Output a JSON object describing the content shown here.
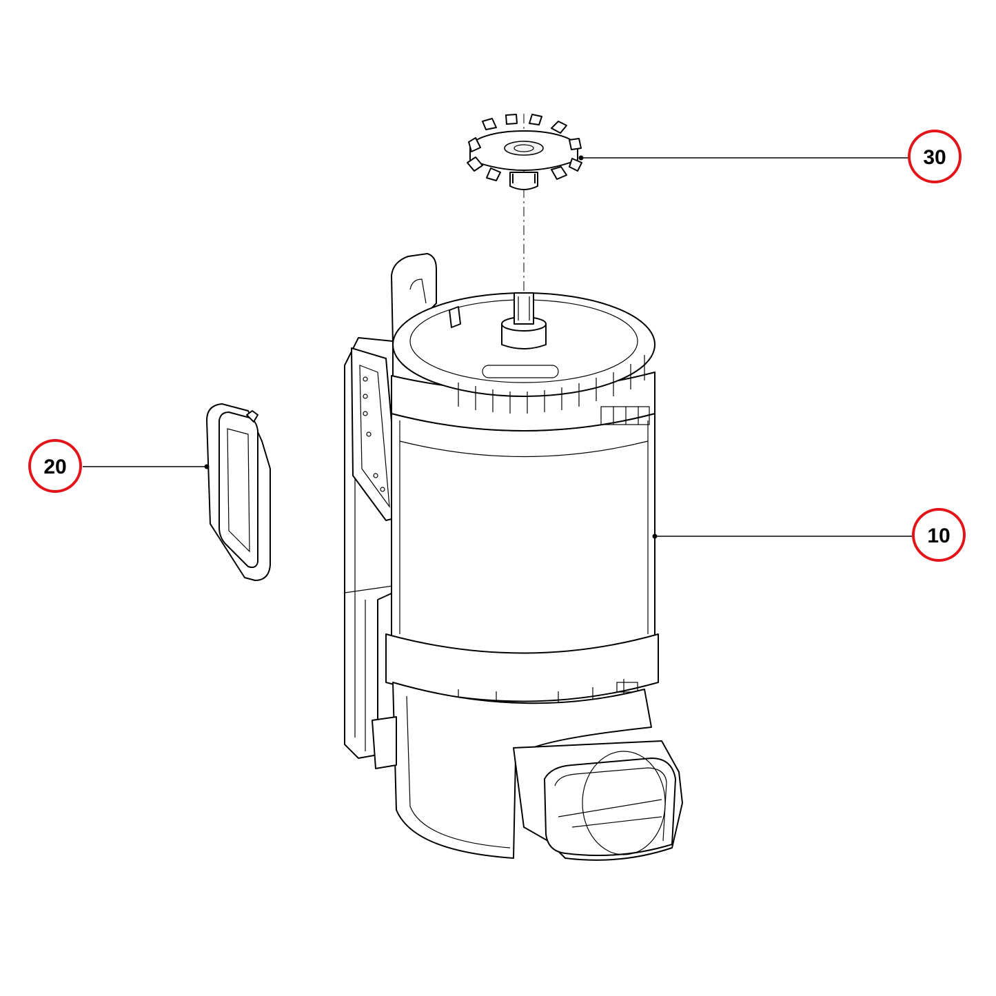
{
  "colors": {
    "callout_ring": "#e3151a",
    "line_art": "#000000",
    "background": "#ffffff"
  },
  "callouts": [
    {
      "id": "callout-30",
      "label": "30"
    },
    {
      "id": "callout-20",
      "label": "20"
    },
    {
      "id": "callout-10",
      "label": "10"
    }
  ]
}
